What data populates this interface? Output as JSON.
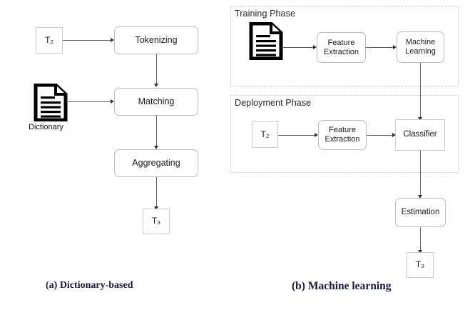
{
  "figure": {
    "panels": [
      {
        "id": "a",
        "caption": "(a) Dictionary-based",
        "nodes": [
          {
            "name": "input-t2",
            "label": "T₂",
            "shape": "square"
          },
          {
            "name": "tokenizing",
            "label": "Tokenizing",
            "shape": "rounded"
          },
          {
            "name": "dictionary",
            "label": "Dictionary",
            "shape": "document-icon"
          },
          {
            "name": "matching",
            "label": "Matching",
            "shape": "rounded"
          },
          {
            "name": "aggregating",
            "label": "Aggregating",
            "shape": "rounded"
          },
          {
            "name": "output-t3",
            "label": "T₃",
            "shape": "square"
          }
        ],
        "edges": [
          {
            "from": "input-t2",
            "to": "tokenizing",
            "direction": "right"
          },
          {
            "from": "tokenizing",
            "to": "matching",
            "direction": "down"
          },
          {
            "from": "dictionary",
            "to": "matching",
            "direction": "right"
          },
          {
            "from": "matching",
            "to": "aggregating",
            "direction": "down"
          },
          {
            "from": "aggregating",
            "to": "output-t3",
            "direction": "down"
          }
        ]
      },
      {
        "id": "b",
        "caption": "(b) Machine learning",
        "groups": [
          {
            "name": "training-phase",
            "title": "Training Phase"
          },
          {
            "name": "deployment-phase",
            "title": "Deployment Phase"
          }
        ],
        "nodes": [
          {
            "name": "training-corpus",
            "label": "",
            "shape": "document-icon"
          },
          {
            "name": "feature-extraction-1",
            "label": "Feature Extraction",
            "line1": "Feature",
            "line2": "Extraction",
            "shape": "rounded"
          },
          {
            "name": "machine-learning",
            "label": "Machine Learning",
            "line1": "Machine",
            "line2": "Learning",
            "shape": "rounded"
          },
          {
            "name": "input-t2",
            "label": "T₂",
            "shape": "square"
          },
          {
            "name": "feature-extraction-2",
            "label": "Feature Extraction",
            "line1": "Feature",
            "line2": "Extraction",
            "shape": "rounded"
          },
          {
            "name": "classifier",
            "label": "Classifier",
            "shape": "square"
          },
          {
            "name": "estimation",
            "label": "Estimation",
            "shape": "rounded"
          },
          {
            "name": "output-t3",
            "label": "T₃",
            "shape": "square"
          }
        ],
        "edges": [
          {
            "from": "training-corpus",
            "to": "feature-extraction-1",
            "direction": "right"
          },
          {
            "from": "feature-extraction-1",
            "to": "machine-learning",
            "direction": "right"
          },
          {
            "from": "machine-learning",
            "to": "classifier",
            "direction": "down"
          },
          {
            "from": "input-t2",
            "to": "feature-extraction-2",
            "direction": "right"
          },
          {
            "from": "feature-extraction-2",
            "to": "classifier",
            "direction": "right"
          },
          {
            "from": "classifier",
            "to": "estimation",
            "direction": "down"
          },
          {
            "from": "estimation",
            "to": "output-t3",
            "direction": "down"
          }
        ]
      }
    ]
  },
  "colors": {
    "node_border": "#b9bcbe",
    "square_border": "#c9cccd",
    "phase_border": "#c2c5c7",
    "connector": "#5b5f62",
    "text": "#1b1b1b",
    "caption": "#1a1b3a",
    "background": "#ffffff"
  }
}
